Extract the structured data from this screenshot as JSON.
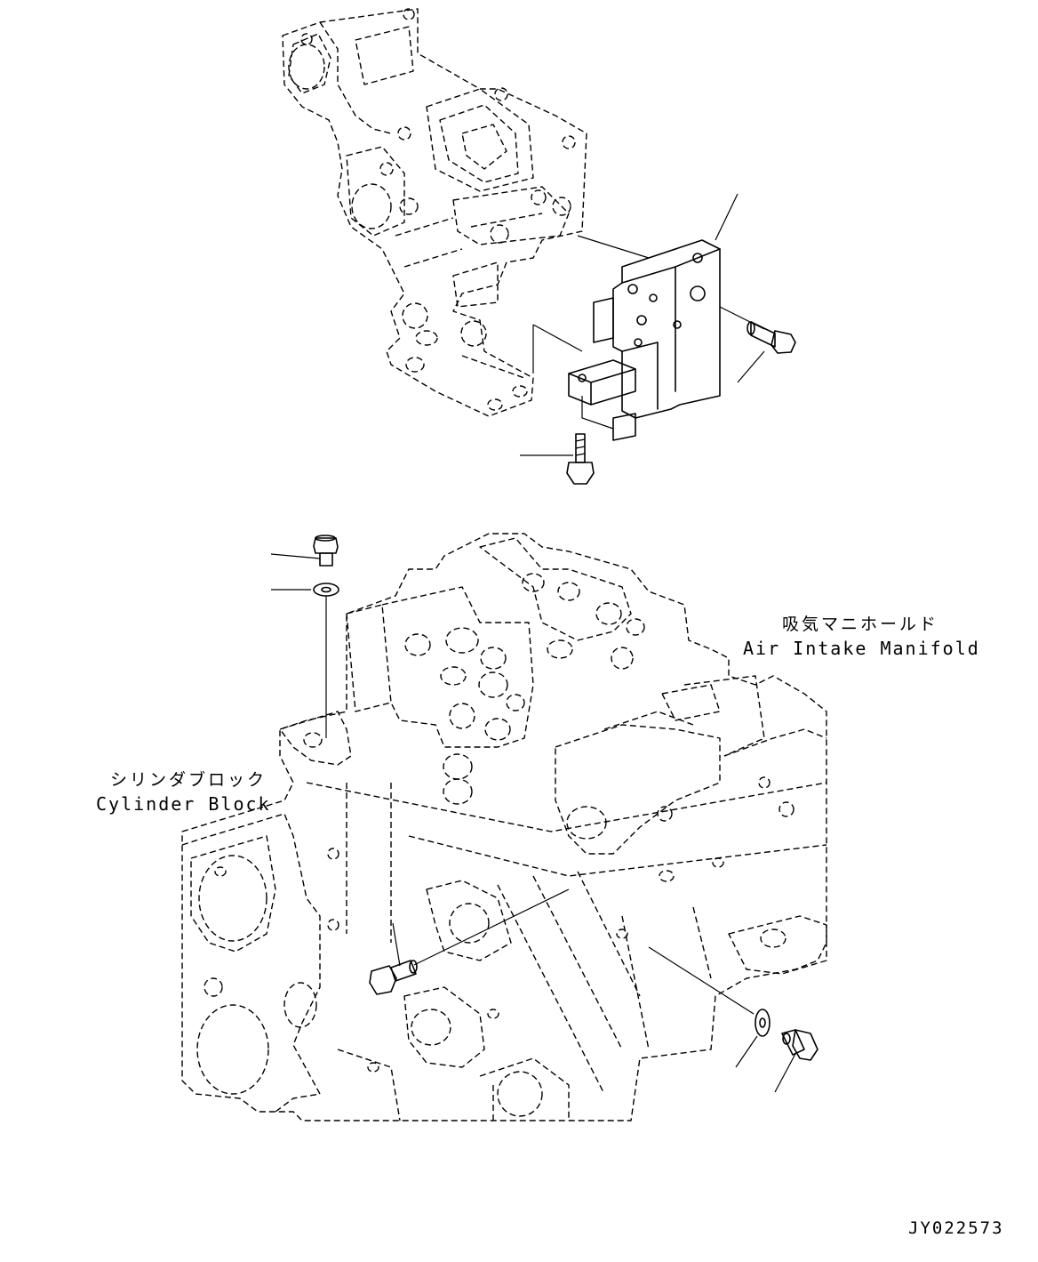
{
  "labels": {
    "intake_jp": "吸気マニホールド",
    "intake_en": "Air Intake Manifold",
    "cylinder_jp": "シリンダブロック",
    "cylinder_en": "Cylinder Block",
    "drawing_number": "JY022573"
  },
  "parts": {
    "upper_housing": "intake housing (dashed, upper)",
    "bracket": "mounting bracket",
    "bolts": [
      "flange-bolt",
      "flange-bolt",
      "plug-bolt",
      "flange-bolt",
      "plug-bolt"
    ],
    "washers": [
      "washer",
      "washer"
    ]
  },
  "colors": {
    "line": "#000000",
    "background": "#ffffff"
  }
}
